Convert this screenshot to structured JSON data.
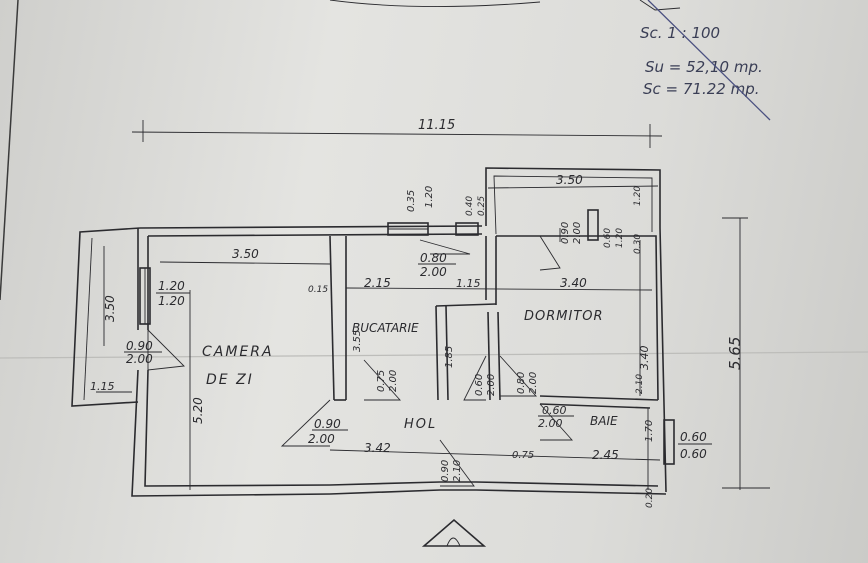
{
  "scale": {
    "sc": "Sc. 1 : 100",
    "su": "Su = 52,10 mp.",
    "scv": "Sc = 71.22 mp."
  },
  "rooms": {
    "camera_1": "CAMERA",
    "camera_2": "DE ZI",
    "bucatarie": "BUCATARIE",
    "dormitor": "DORMITOR",
    "hol": "HOL",
    "baie": "BAIE"
  },
  "dims": {
    "overall": "11.15",
    "d350_top": "3.50",
    "d350_left": "3.50",
    "d350_vert": "3.50",
    "d565": "5.65",
    "d215": "2.15",
    "d115": "1.15",
    "d340": "3.40",
    "d340_v": "3.40",
    "d342": "3.42",
    "d245": "2.45",
    "d075": "0.75",
    "d520": "5.20",
    "d115_left": "1.15",
    "d355": "3.55",
    "d185": "1.85",
    "d170": "1.70",
    "d210": "2.10",
    "d035": "0.35",
    "d120": "1.20",
    "d040": "0.40",
    "d025": "0.25",
    "d020": "0.20",
    "d030": "0.30",
    "d015": "0.15",
    "d120_top": "1.20"
  },
  "openings": {
    "w_camera_a": "1.20",
    "w_camera_b": "1.20",
    "d_camera_a": "0.90",
    "d_camera_b": "2.00",
    "d_buc_a": "0.80",
    "d_buc_b": "2.00",
    "w_dorm_a": "0.90",
    "w_dorm_b": "2.00",
    "w_dorm2_a": "0.60",
    "w_dorm2_b": "1.20",
    "d_hol_a": "0.90",
    "d_hol_b": "2.00",
    "d_buc2_a": "0.75",
    "d_buc2_b": "2.00",
    "d_hol2_a": "0.60",
    "d_hol2_b": "2.00",
    "d_dorm_a": "0.80",
    "d_dorm_b": "2.00",
    "d_baie_a": "0.60",
    "d_baie_b": "2.00",
    "d_entry_a": "0.90",
    "d_entry_b": "2.10",
    "w_baie_a": "0.60",
    "w_baie_b": "0.60"
  }
}
